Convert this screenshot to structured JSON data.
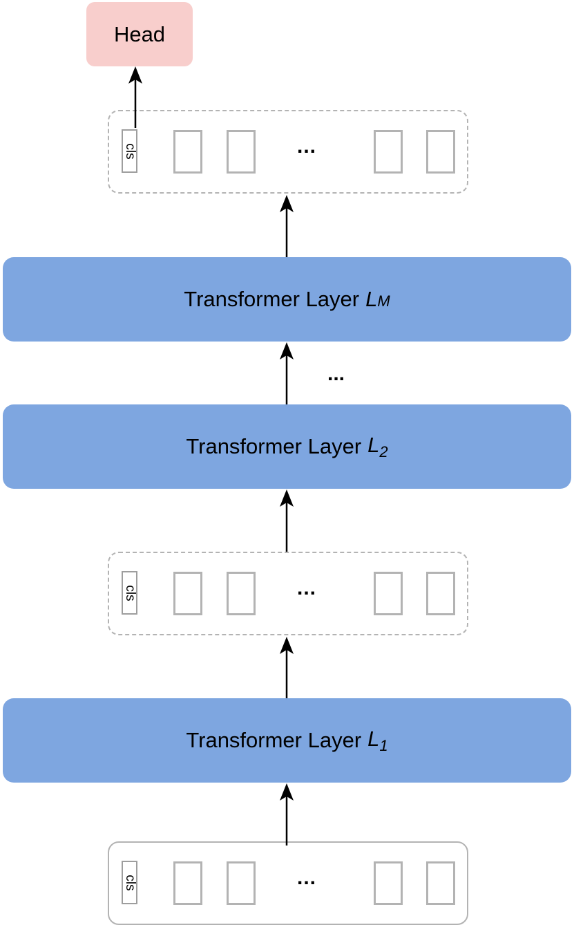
{
  "head": {
    "label": "Head"
  },
  "rows": {
    "top": {
      "cls_label": "cls",
      "ellipsis": "..."
    },
    "middle": {
      "cls_label": "cls",
      "ellipsis": "..."
    },
    "bottom": {
      "cls_label": "cls",
      "ellipsis": "..."
    }
  },
  "layers": {
    "lm": {
      "text": "Transformer Layer",
      "var": "L",
      "sub": "M"
    },
    "l2": {
      "text": "Transformer Layer",
      "var": "L",
      "sub": "2"
    },
    "l1": {
      "text": "Transformer Layer",
      "var": "L",
      "sub": "1"
    }
  },
  "between_layers_ellipsis": "...",
  "colors": {
    "layer": "#7ea6e0",
    "head": "#f8cecc",
    "border": "#b3b3b3"
  }
}
